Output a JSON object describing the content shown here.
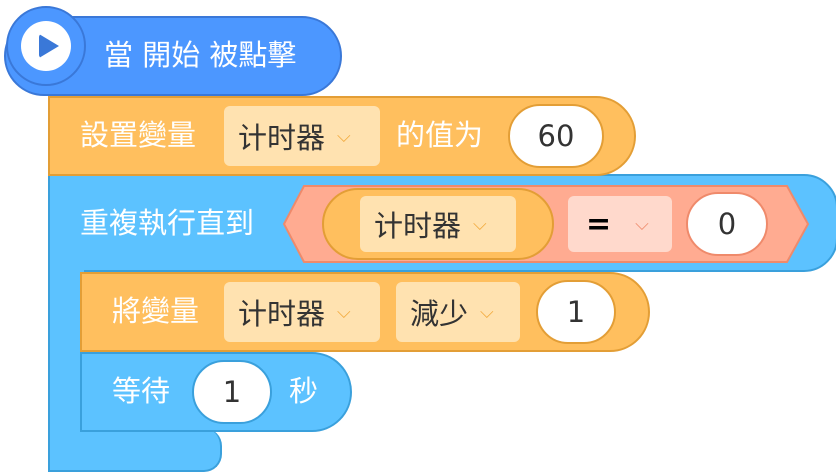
{
  "hat_block": {
    "label": "當 開始 被點擊",
    "icon": "play-icon"
  },
  "set_block": {
    "label": "設置變量",
    "variable": "计时器",
    "middle": "的值为",
    "value": "60"
  },
  "repeat_block": {
    "label": "重複執行直到",
    "condition": {
      "left_variable": "计时器",
      "operator": "=",
      "right_value": "0"
    }
  },
  "change_block": {
    "label": "將變量",
    "variable": "计时器",
    "operation": "減少",
    "value": "1"
  },
  "wait_block": {
    "label": "等待",
    "value": "1",
    "unit": "秒"
  },
  "colors": {
    "events": "#4c97ff",
    "variables": "#ffbf5e",
    "control": "#5cc2ff",
    "operators": "#ffab91"
  }
}
